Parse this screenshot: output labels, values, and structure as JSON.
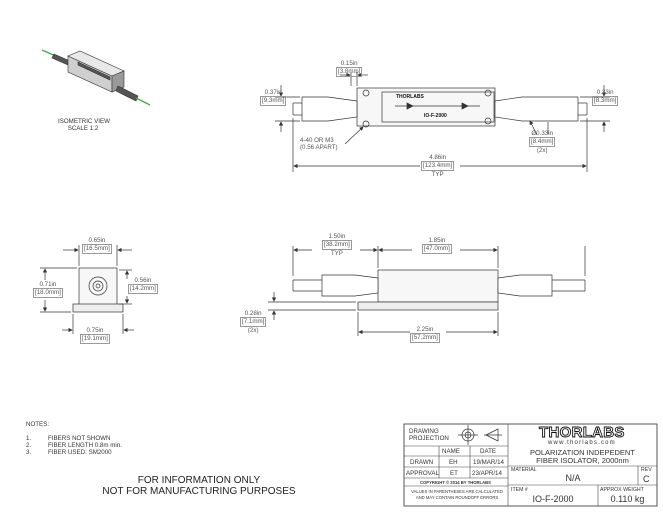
{
  "views": {
    "isometric": {
      "line1": "ISOMETRIC VIEW",
      "line2": "SCALE 1:2"
    },
    "top": {
      "dim_a": {
        "inch": "0.15in",
        "mm": "[3.8mm]"
      },
      "dim_b": {
        "inch": "0.37in",
        "mm": "[9.3mm]"
      },
      "dim_c": {
        "inch": "0.33in",
        "mm": "[8.3mm]"
      },
      "dim_d": {
        "inch": "Ø0.33in",
        "mm": "[8.4mm]",
        "count": "(2x)"
      },
      "dim_e": {
        "inch": "4.86in",
        "mm": "[123.4mm]",
        "note": "TYP"
      },
      "mount_note": {
        "line1": "4-40 OR M3",
        "line2": "(0.56 APART)"
      },
      "brand_label": "THORLABS",
      "part_label": "IO-F-2000"
    },
    "end": {
      "dim_a": {
        "inch": "0.65in",
        "mm": "[16.5mm]"
      },
      "dim_b": {
        "inch": "0.71in",
        "mm": "[18.0mm]"
      },
      "dim_c": {
        "inch": "0.56in",
        "mm": "[14.2mm]"
      },
      "dim_d": {
        "inch": "0.75in",
        "mm": "[19.1mm]"
      }
    },
    "side": {
      "dim_a": {
        "inch": "1.50in",
        "mm": "[38.2mm]",
        "note": "TYP"
      },
      "dim_b": {
        "inch": "1.85in",
        "mm": "[47.0mm]"
      },
      "dim_c": {
        "inch": "0.28in",
        "mm": "[7.1mm]",
        "count": "(2x)"
      },
      "dim_d": {
        "inch": "2.25in",
        "mm": "[57.2mm]"
      }
    }
  },
  "notes": {
    "heading": "NOTES:",
    "items": [
      {
        "num": "1.",
        "text": "FIBERS NOT SHOWN"
      },
      {
        "num": "2.",
        "text": "FIBER LENGTH 0.8m min."
      },
      {
        "num": "3.",
        "text": "FIBER USED: SM2000"
      }
    ]
  },
  "disclaimer": {
    "line1": "FOR INFORMATION ONLY",
    "line2": "NOT FOR MANUFACTURING PURPOSES"
  },
  "title_block": {
    "drawing_projection": {
      "line1": "DRAWING",
      "line2": "PROJECTION"
    },
    "col_name": "NAME",
    "col_date": "DATE",
    "rows": [
      {
        "label": "DRAWN",
        "name": "EH",
        "date": "19/MAR/14"
      },
      {
        "label": "APPROVAL",
        "name": "ET",
        "date": "23/APR/14"
      }
    ],
    "copyright": "COPYRIGHT © 2014 BY THORLABS",
    "values_note": {
      "line1": "VALUES IN PARENTHESES ARE CALCULATED",
      "line2": "AND MAY CONTAIN ROUNDOFF ERRORS"
    },
    "logo": "THORLABS",
    "website": "www.thorlabs.com",
    "description": {
      "line1": "POLARIZATION INDEPEDENT",
      "line2": "FIBER ISOLATOR, 2000nm"
    },
    "material_label": "MATERIAL",
    "material_value": "N/A",
    "rev_label": "REV",
    "rev_value": "C",
    "item_label": "ITEM #",
    "item_value": "IO-F-2000",
    "weight_label": "APPROX WEIGHT",
    "weight_value": "0.110 kg"
  }
}
